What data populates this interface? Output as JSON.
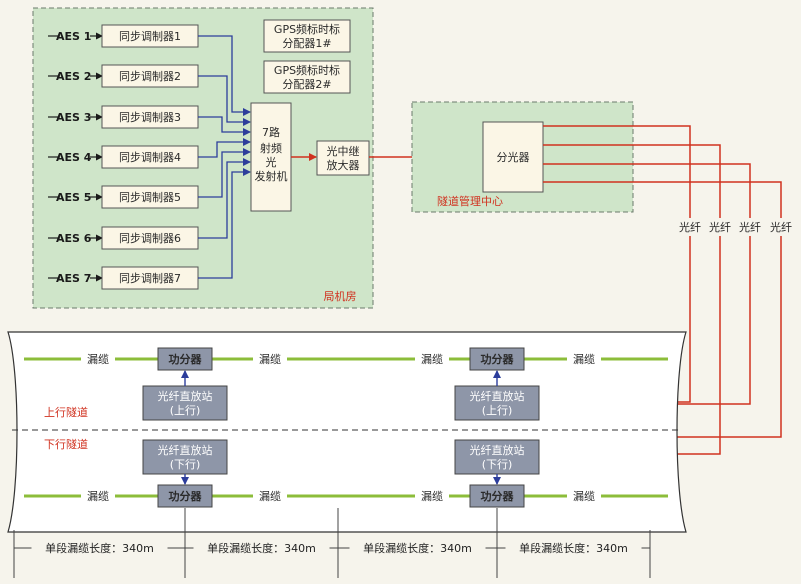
{
  "colors": {
    "office_bg": "#cfe5c9",
    "center_bg": "#cfe5c9",
    "box_fill": "#fbf6e6",
    "splitter_fill": "#8e96a8",
    "blue_line": "#2c3d9b",
    "red_line": "#d0311f",
    "cable_green": "#8cbd3a"
  },
  "office": {
    "label": "局机房",
    "aes_inputs": [
      "AES 1",
      "AES 2",
      "AES 3",
      "AES 4",
      "AES 5",
      "AES 6",
      "AES 7"
    ],
    "modulators": [
      "同步调制器1",
      "同步调制器2",
      "同步调制器3",
      "同步调制器4",
      "同步调制器5",
      "同步调制器6",
      "同步调制器7"
    ],
    "gps1": [
      "GPS频标时标",
      "分配器1#"
    ],
    "gps2": [
      "GPS频标时标",
      "分配器2#"
    ],
    "transmitter": [
      "7路",
      "射频",
      "光",
      "发射机"
    ],
    "amplifier": [
      "光中继",
      "放大器"
    ]
  },
  "tunnel_center": {
    "label": "隧道管理中心",
    "splitter": "分光器"
  },
  "fibers": [
    "光纤",
    "光纤",
    "光纤",
    "光纤"
  ],
  "tunnel": {
    "up_label": "上行隧道",
    "down_label": "下行隧道",
    "power_splitter": "功分器",
    "leaky_cable": "漏缆",
    "station_up": [
      "光纤直放站",
      "(上行)"
    ],
    "station_down": [
      "光纤直放站",
      "(下行)"
    ],
    "segment_length": "单段漏缆长度：340m"
  }
}
